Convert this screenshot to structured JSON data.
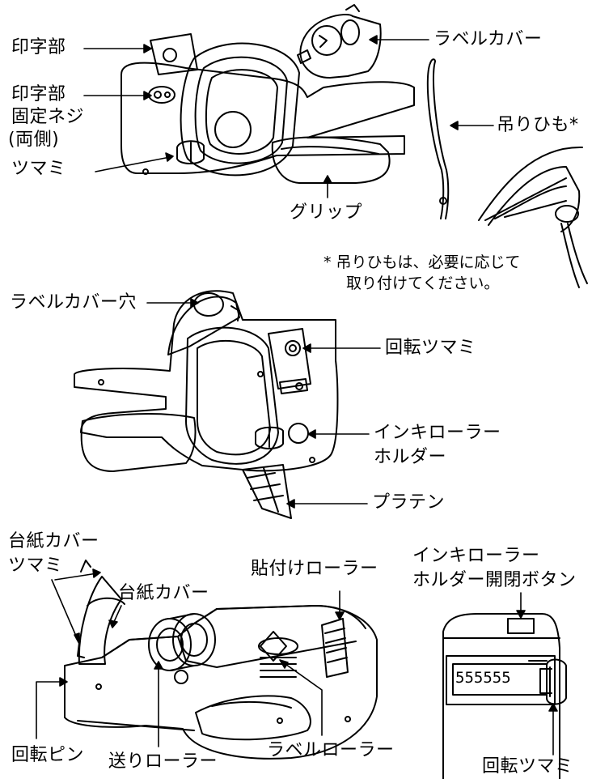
{
  "labels": {
    "insatsubu": "印字部",
    "kotei_1": "印字部",
    "kotei_2": "固定ネジ",
    "kotei_3": "(両側)",
    "tsumami": "ツマミ",
    "label_cover": "ラベルカバー",
    "tsurihimo": "吊りひも*",
    "grip": "グリップ",
    "note_1": "* 吊りひもは、必要に応じて",
    "note_2": "取り付けてください。",
    "label_cover_hole": "ラベルカバー穴",
    "kaiten_tsumami": "回転ツマミ",
    "ink_holder_1": "インキローラー",
    "ink_holder_2": "ホルダー",
    "platen": "プラテン",
    "daishi_tsumami_1": "台紙カバー",
    "daishi_tsumami_2": "ツマミ",
    "daishi_cover": "台紙カバー",
    "haritsuke_roller": "貼付けローラー",
    "ink_button_1": "インキローラー",
    "ink_button_2": "ホルダー開閉ボタン",
    "kaiten_pin": "回転ピン",
    "okuri_roller": "送りローラー",
    "label_roller": "ラベルローラー",
    "kaiten_tsumami_2": "回転ツマミ",
    "counter_digits": "555555"
  }
}
